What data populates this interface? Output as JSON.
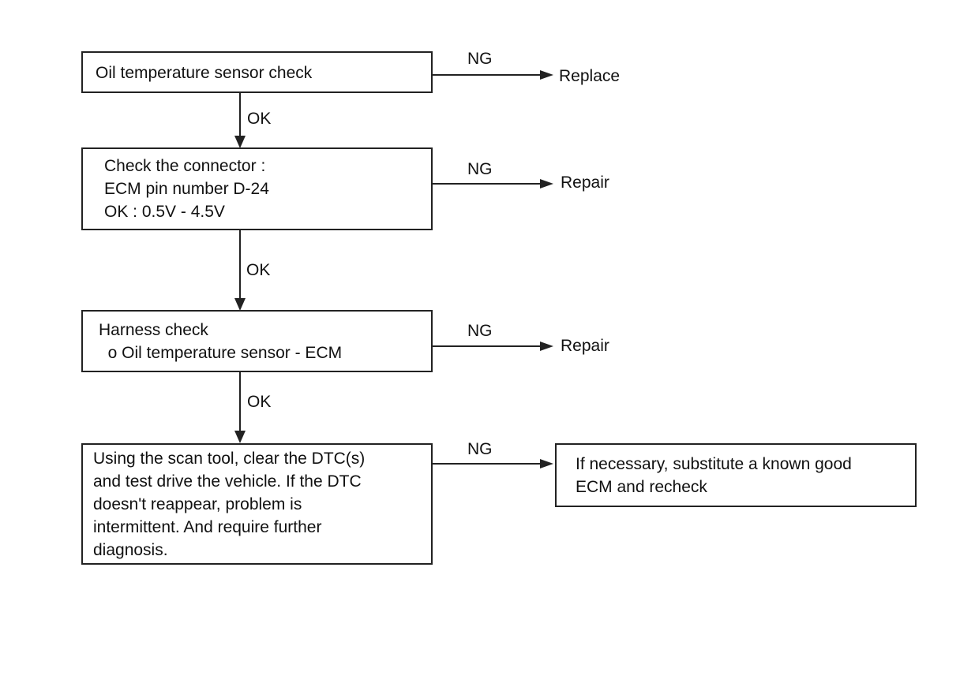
{
  "steps": [
    {
      "lines": [
        "Oil temperature sensor check"
      ]
    },
    {
      "lines": [
        "Check the connector :",
        "ECM pin number D-24",
        "OK : 0.5V - 4.5V"
      ]
    },
    {
      "lines": [
        "Harness check",
        "  o Oil temperature sensor - ECM"
      ]
    },
    {
      "lines": [
        "Using the scan tool, clear the DTC(s)",
        "and test drive the vehicle. If the DTC",
        "doesn't reappear, problem is",
        "intermittent. And require further",
        "diagnosis."
      ]
    }
  ],
  "ok_labels": [
    "OK",
    "OK",
    "OK"
  ],
  "ng_labels": [
    "NG",
    "NG",
    "NG",
    "NG"
  ],
  "results": {
    "r1": "Replace",
    "r2": "Repair",
    "r3": "Repair",
    "r4_lines": [
      "If necessary, substitute a known good",
      "ECM and recheck"
    ]
  }
}
